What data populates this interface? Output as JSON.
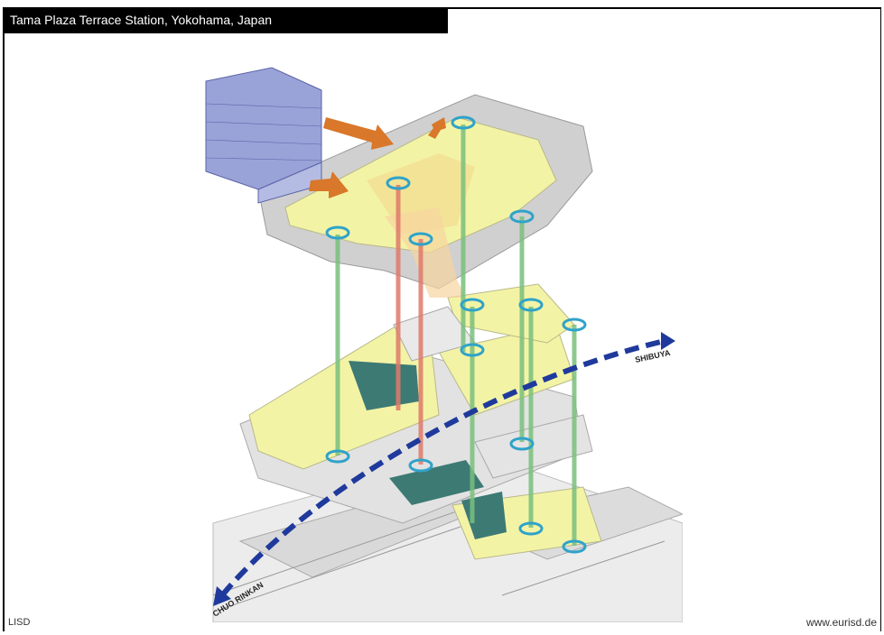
{
  "header": {
    "title": "Tama Plaza Terrace Station, Yokohama, Japan"
  },
  "diagram": {
    "labels": {
      "east": "SHIBUYA",
      "west": "CHUO RINKAN"
    },
    "colors": {
      "floor_yellow": "#f3f3a6",
      "building_blue": "#9aa3d8",
      "teal_block": "#3d7a74",
      "route_blue": "#1f3a9c",
      "core_green": "#7ac07c",
      "core_red": "#e07a6a",
      "arrow_orange": "#d9772a",
      "road_gray": "#c9c9c9"
    }
  },
  "footer": {
    "left": "LISD",
    "right": "www.eurisd.de"
  }
}
